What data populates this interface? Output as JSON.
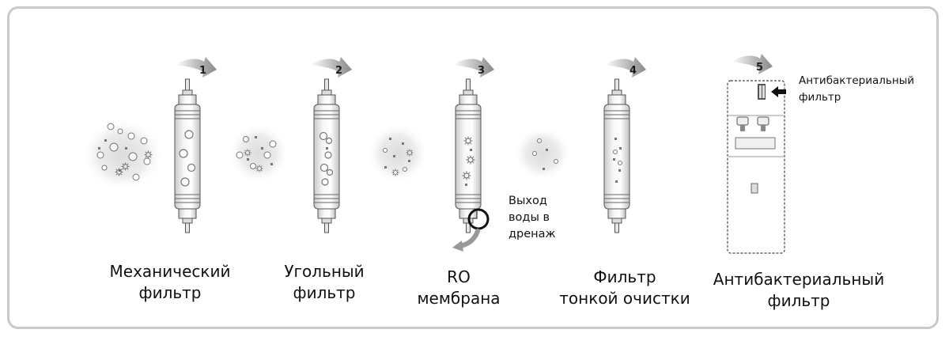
{
  "steps": [
    {
      "number": "1",
      "label_line1": "Механический",
      "label_line2": "фильтр"
    },
    {
      "number": "2",
      "label_line1": "Угольный",
      "label_line2": "фильтр"
    },
    {
      "number": "3",
      "label_line1": "RO",
      "label_line2": "мембрана"
    },
    {
      "number": "4",
      "label_line1": "Фильтр",
      "label_line2": "тонкой очистки"
    },
    {
      "number": "5",
      "label_line1": "Антибактериальный",
      "label_line2": "фильтр"
    }
  ],
  "callouts": {
    "drain_line1": "Выход",
    "drain_line2": "воды в",
    "drain_line3": "дренаж",
    "antibacterial_line1": "Антибактериальный",
    "antibacterial_line2": "фильтр"
  }
}
